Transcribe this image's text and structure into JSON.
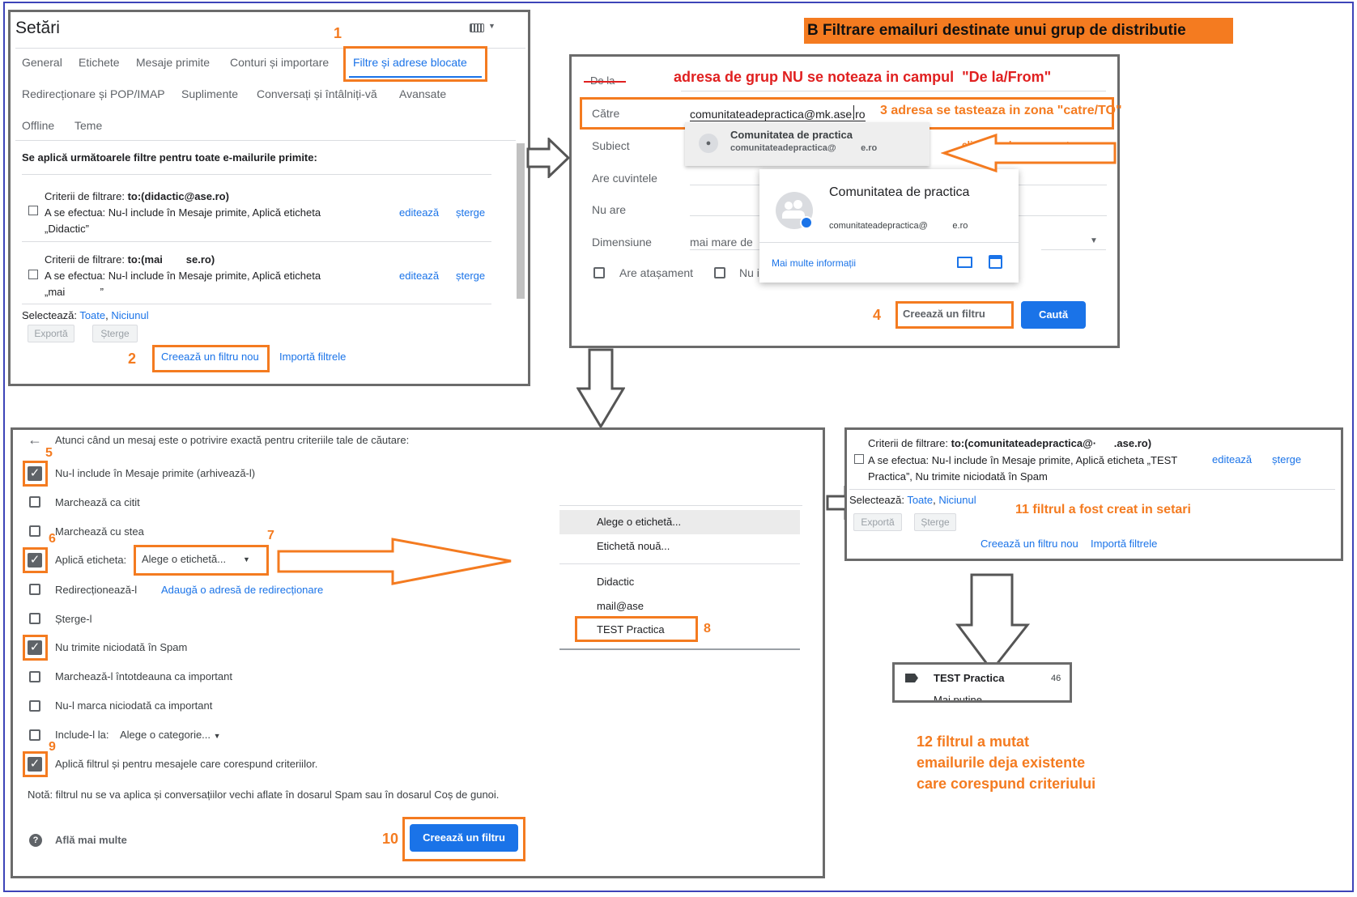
{
  "title": "B Filtrare emailuri destinate unui grup de distributie",
  "colors": {
    "accent": "#f47b20",
    "link": "#1a73e8",
    "border_outer": "#3d44b8",
    "red_note": "#e02020",
    "title_bg": "#f47b20"
  },
  "steps": [
    "1",
    "2",
    "3",
    "4",
    "5",
    "6",
    "7",
    "8",
    "9",
    "10"
  ],
  "settings": {
    "title": "Setări",
    "keyboard_icon": "keyboard-icon",
    "tabs_row1": [
      "General",
      "Etichete",
      "Mesaje primite",
      "Conturi și importare",
      "Filtre și adrese blocate"
    ],
    "tabs_row2": [
      "Redirecționare și POP/IMAP",
      "Suplimente",
      "Conversați și întâlniți-vă",
      "Avansate"
    ],
    "tabs_row3": [
      "Offline",
      "Teme"
    ],
    "heading": "Se aplică următoarele filtre pentru toate e-mailurile primite:",
    "filters": [
      {
        "crit_label": "Criterii de filtrare: ",
        "crit_value": "to:(didactic@ase.ro)",
        "action": "A se efectua: Nu-l include în Mesaje primite, Aplică eticheta",
        "label": "„Didactic”",
        "edit": "editează",
        "delete": "șterge"
      },
      {
        "crit_label": "Criterii de filtrare: ",
        "crit_value": "to:(mai        se.ro)",
        "action": "A se efectua: Nu-l include în Mesaje primite, Aplică eticheta",
        "label": "„mai            ”",
        "edit": "editează",
        "delete": "șterge"
      }
    ],
    "select_label": "Selectează: ",
    "select_all": "Toate",
    "select_none": "Niciunul",
    "export": "Exportă",
    "delete": "Șterge",
    "create_filter": "Creează un filtru nou",
    "import_filters": "Importă filtrele"
  },
  "search": {
    "note": "adresa de grup NU se noteaza in campul  \"De la/From\"",
    "from_label": "De la",
    "to_label": "Către",
    "to_value": "comunitateadepractica@mk.ase.ro",
    "to_note": "3 adresa se tasteaza in zona \"catre/TO\"",
    "subject_label": "Subiect",
    "has_words_label": "Are cuvintele",
    "not_have_label": "Nu are",
    "size_label": "Dimensiune",
    "size_value": "mai mare de",
    "has_attachment": "Are atașament",
    "no_chats": "Nu ir",
    "suggestion_name": "Comunitatea de practica",
    "suggestion_email": "comunitateadepractica@          e.ro",
    "click_hint": "click pe adresa sugerata",
    "card_name": "Comunitatea de practica",
    "card_email": "comunitateadepractica@          e.ro",
    "more_info": "Mai multe informații",
    "create_filter": "Creează un filtru",
    "search_btn": "Caută"
  },
  "actions": {
    "intro": "Atunci când un mesaj este o potrivire exactă pentru criteriile tale de căutare:",
    "items": [
      {
        "label": "Nu-l include în Mesaje primite (arhivează-l)",
        "checked": true
      },
      {
        "label": "Marchează ca citit",
        "checked": false
      },
      {
        "label": "Marchează cu stea",
        "checked": false
      },
      {
        "label": "Aplică eticheta:",
        "checked": true
      },
      {
        "label": "Redirecționează-l",
        "checked": false
      },
      {
        "label": "Șterge-l",
        "checked": false
      },
      {
        "label": "Nu trimite niciodată în Spam",
        "checked": true
      },
      {
        "label": "Marchează-l întotdeauna ca important",
        "checked": false
      },
      {
        "label": "Nu-l marca niciodată ca important",
        "checked": false
      },
      {
        "label": "Include-l la:",
        "checked": false
      },
      {
        "label": "Aplică filtrul și pentru mesajele care corespund criteriilor.",
        "checked": true
      }
    ],
    "label_select": "Alege o etichetă...",
    "forward_link": "Adaugă o adresă de redirecționare",
    "category_select": "Alege o categorie...",
    "note": "Notă: filtrul nu se va aplica și conversațiilor vechi aflate în dosarul Spam sau în dosarul Coș de gunoi.",
    "learn_more": "Află mai multe",
    "create_btn": "Creează un filtru"
  },
  "label_menu": {
    "items": [
      "Alege o etichetă...",
      "Etichetă nouă...",
      "Didactic",
      "mail@ase",
      "TEST Practica"
    ]
  },
  "result": {
    "crit_label": "Criterii de filtrare: ",
    "crit_value": "to:(comunitateadepractica@·      .ase.ro)",
    "action": "A se efectua: Nu-l include în Mesaje primite, Aplică eticheta „TEST Practica”, Nu trimite niciodată în Spam",
    "edit": "editează",
    "delete": "șterge",
    "select_label": "Selectează: ",
    "select_all": "Toate",
    "select_none": "Niciunul",
    "export": "Exportă",
    "delete_btn": "Șterge",
    "create_filter": "Creează un filtru nou",
    "import_filters": "Importă filtrele",
    "note11": "11 filtrul a fost creat in setari"
  },
  "sidebar": {
    "label": "TEST Practica",
    "count": "46",
    "partial": "Mai puține"
  },
  "note12": [
    "12 filtrul a mutat",
    "emailurile deja existente",
    "care corespund criteriului"
  ]
}
